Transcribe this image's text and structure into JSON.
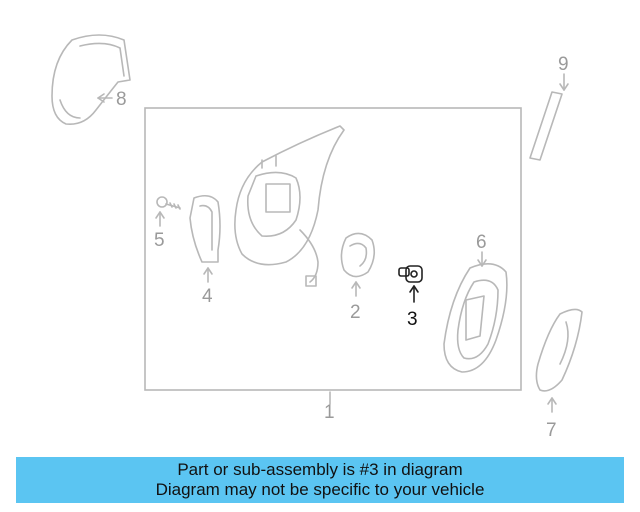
{
  "diagram": {
    "highlighted_part": "3",
    "callouts": [
      {
        "id": "1",
        "label": "1"
      },
      {
        "id": "2",
        "label": "2"
      },
      {
        "id": "3",
        "label": "3"
      },
      {
        "id": "4",
        "label": "4"
      },
      {
        "id": "5",
        "label": "5"
      },
      {
        "id": "6",
        "label": "6"
      },
      {
        "id": "7",
        "label": "7"
      },
      {
        "id": "8",
        "label": "8"
      },
      {
        "id": "9",
        "label": "9"
      }
    ]
  },
  "banner": {
    "line1": "Part or sub-assembly is #3 in diagram",
    "line2": "Diagram may not be specific to your vehicle",
    "color": "#5bc5f2"
  }
}
